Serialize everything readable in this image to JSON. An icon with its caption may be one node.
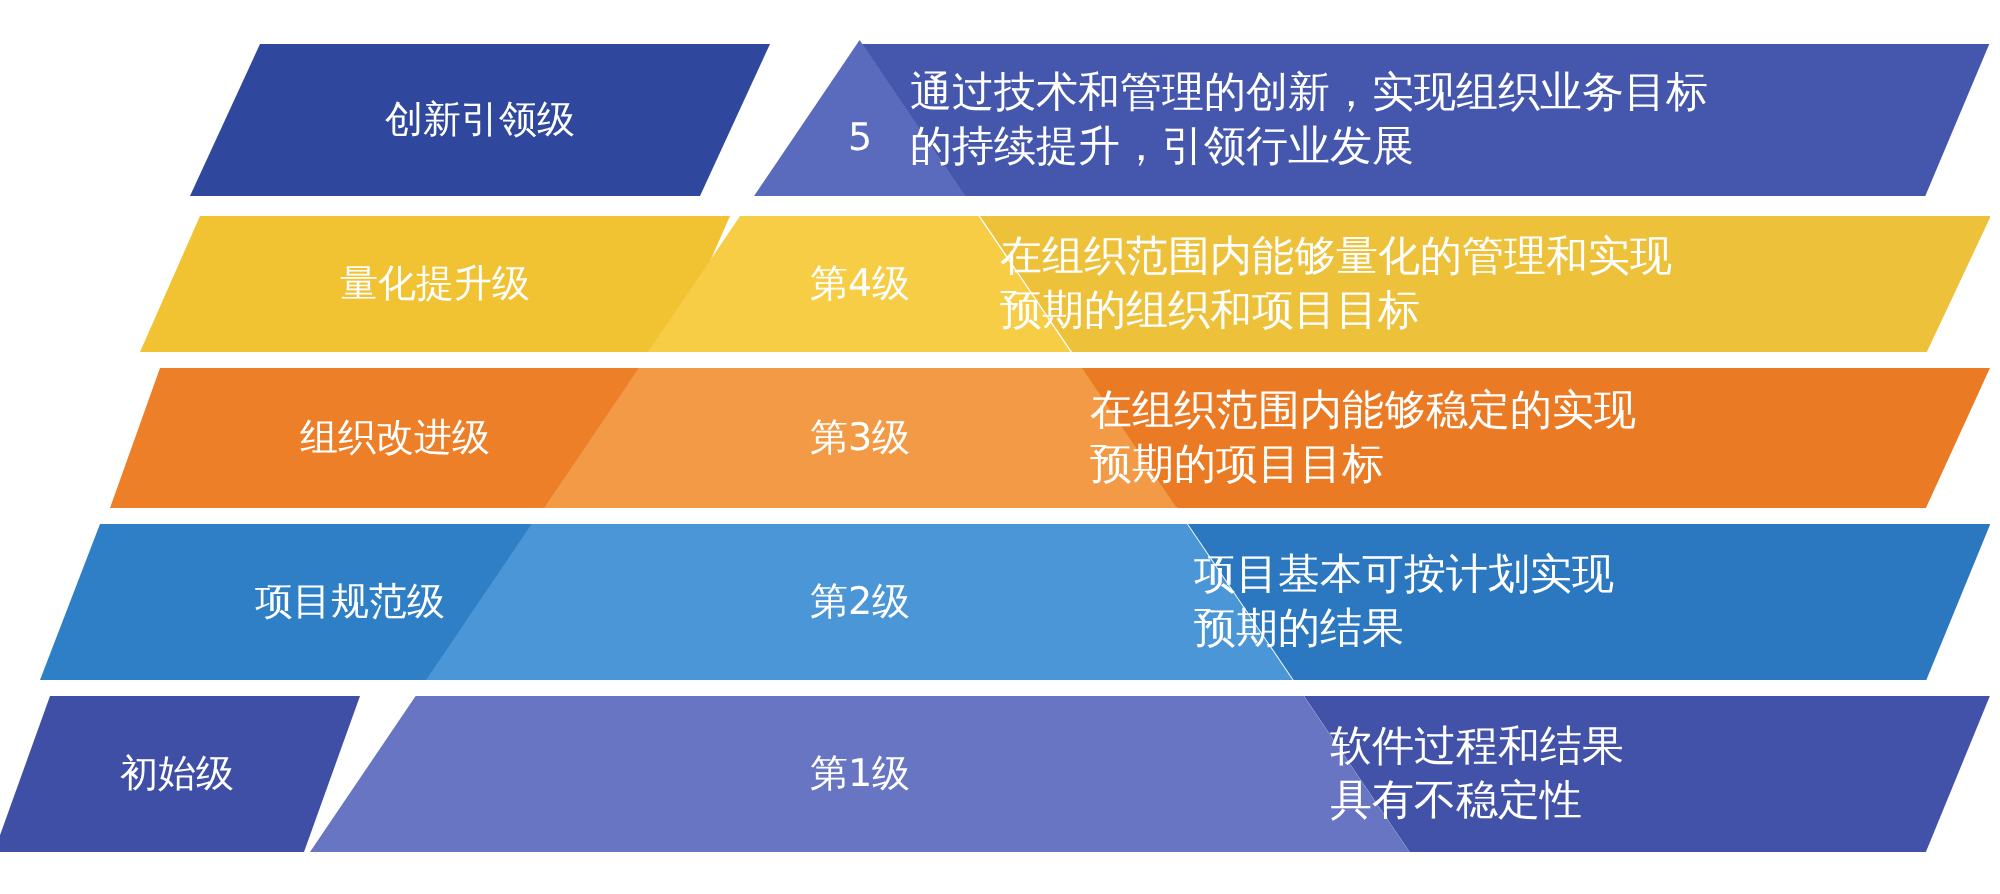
{
  "diagram": {
    "nodes": [
      {
        "text": [
          "创新引领级"
        ]
      },
      {
        "text": [
          "5"
        ]
      },
      {
        "text": [
          "通过技术和管理的创新，实现组织业务目标的持续提升，引领行业发展"
        ]
      },
      {
        "text": [
          "量化提升级"
        ]
      },
      {
        "text": [
          "第4级"
        ]
      },
      {
        "text": [
          "在组织范围内能够量化的管理和实现预期的组织和项目目标"
        ]
      },
      {
        "text": [
          "组织改进级"
        ]
      },
      {
        "text": [
          "第3级"
        ]
      },
      {
        "text": [
          "在组织范围内能够稳定的实现预期的项目目标"
        ]
      },
      {
        "text": [
          "项目规范级"
        ]
      },
      {
        "text": [
          "第2级"
        ]
      },
      {
        "text": [
          "项目基本可按计划实现预期的结果"
        ]
      },
      {
        "text": [
          "初始级"
        ]
      },
      {
        "text": [
          "第1级"
        ]
      },
      {
        "text": [
          "软件过程和结果具有不稳定性"
        ]
      }
    ]
  }
}
